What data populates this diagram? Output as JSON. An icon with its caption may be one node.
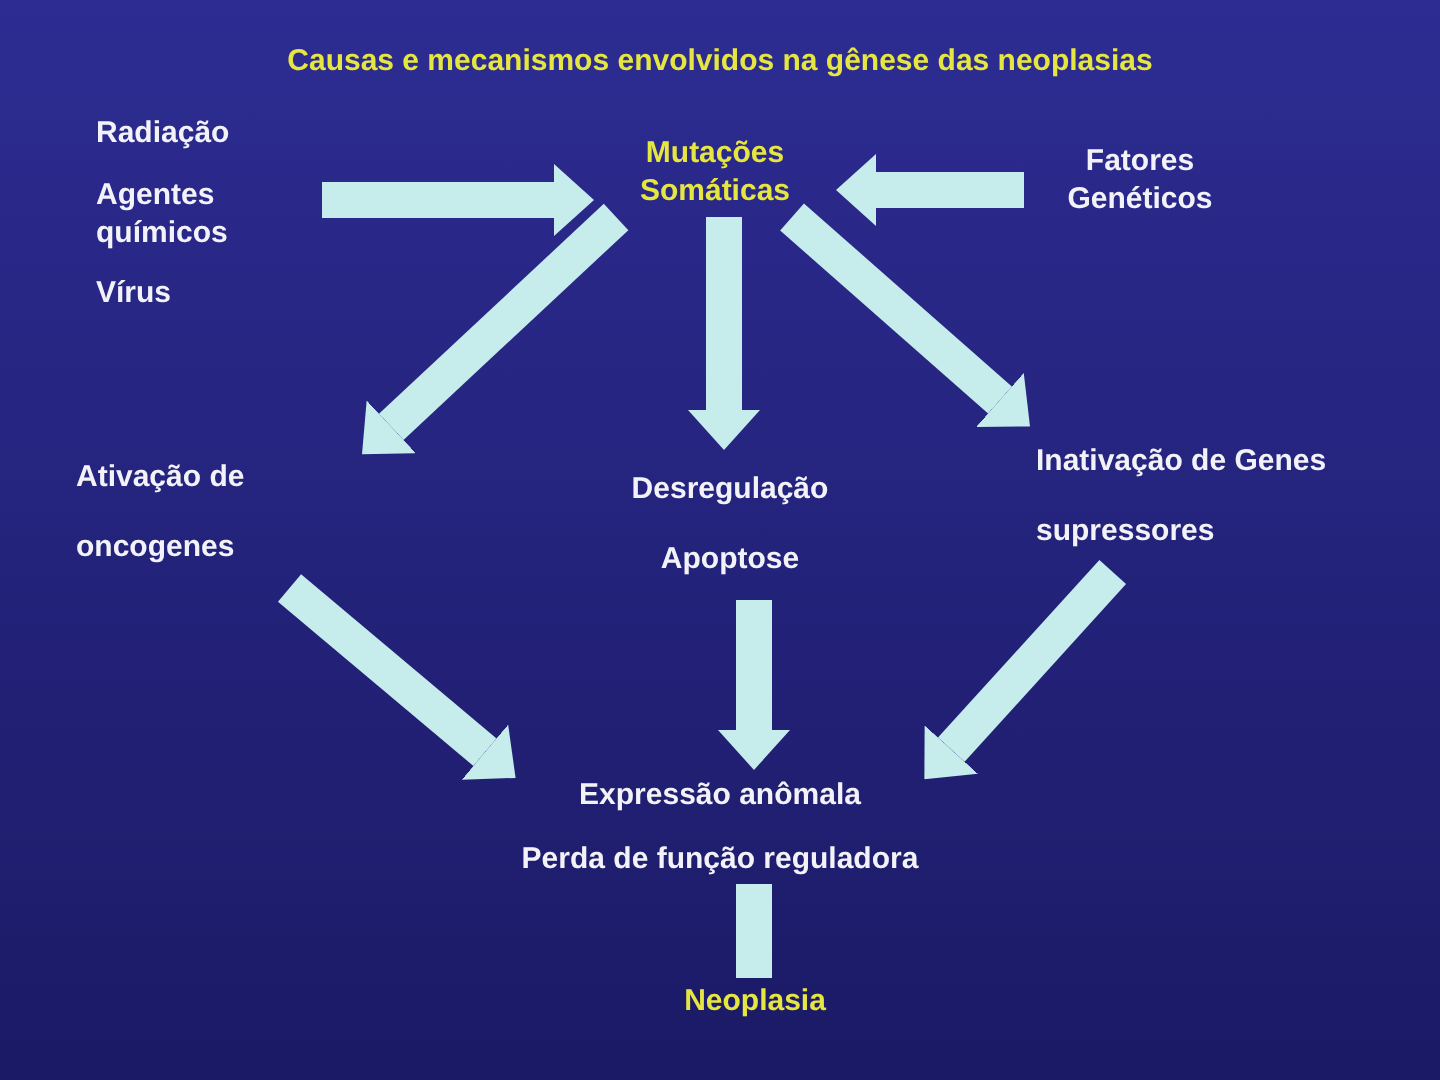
{
  "diagram": {
    "title": "Causas e mecanismos envolvidos na gênese das neoplasias",
    "nodes": [
      {
        "text": [
          "Radiação",
          "Agentes químicos",
          "Vírus"
        ]
      },
      {
        "text": [
          "Mutações Somáticas"
        ]
      },
      {
        "text": [
          "Fatores Genéticos"
        ]
      },
      {
        "text": [
          "Ativação de oncogenes"
        ]
      },
      {
        "text": [
          "Desregulação Apoptose"
        ]
      },
      {
        "text": [
          "Inativação de Genes supressores"
        ]
      },
      {
        "text": [
          "Expressão anômala",
          "Perda de função reguladora"
        ]
      },
      {
        "text": [
          "Neoplasia"
        ]
      }
    ],
    "edges": [
      {
        "from": 0,
        "to": 1,
        "arrow": "to"
      },
      {
        "from": 2,
        "to": 1,
        "arrow": "to"
      },
      {
        "from": 1,
        "to": 3,
        "arrow": "to"
      },
      {
        "from": 1,
        "to": 4,
        "arrow": "to"
      },
      {
        "from": 1,
        "to": 5,
        "arrow": "to"
      },
      {
        "from": 3,
        "to": 6,
        "arrow": "to"
      },
      {
        "from": 4,
        "to": 6,
        "arrow": "to"
      },
      {
        "from": 5,
        "to": 6,
        "arrow": "to"
      },
      {
        "from": 6,
        "to": 7,
        "arrow": "none"
      }
    ]
  }
}
